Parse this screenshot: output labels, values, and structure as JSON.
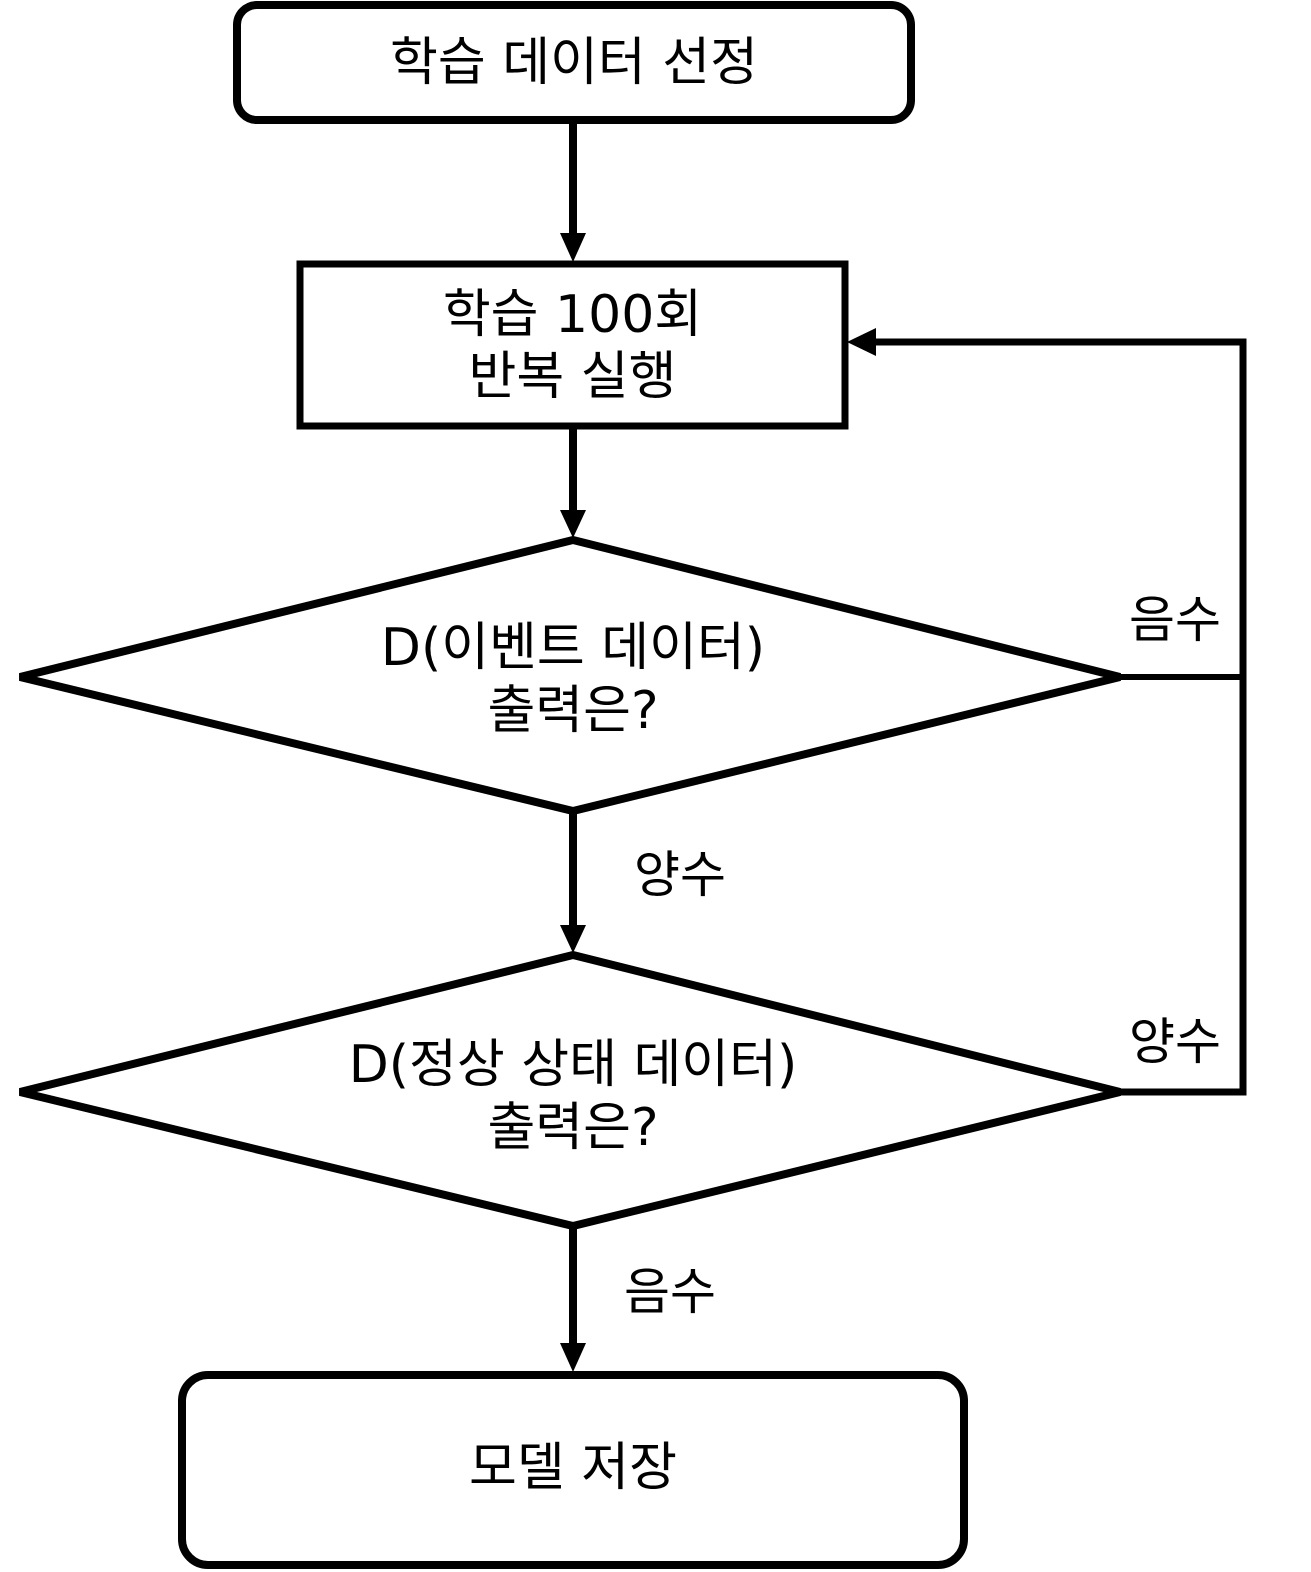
{
  "diagram": {
    "stroke_color": "#000000",
    "background": "#ffffff",
    "nodes": {
      "start": {
        "text": "학습 데이터 선정"
      },
      "train": {
        "line1": "학습 100회",
        "line2": "반복 실행"
      },
      "decision1": {
        "line1": "D(이벤트 데이터)",
        "line2": "출력은?"
      },
      "decision2": {
        "line1": "D(정상 상태 데이터)",
        "line2": "출력은?"
      },
      "end": {
        "text": "모델 저장"
      }
    },
    "edges": {
      "d1_negative": "음수",
      "d1_positive": "양수",
      "d2_positive": "양수",
      "d2_negative": "음수"
    }
  }
}
